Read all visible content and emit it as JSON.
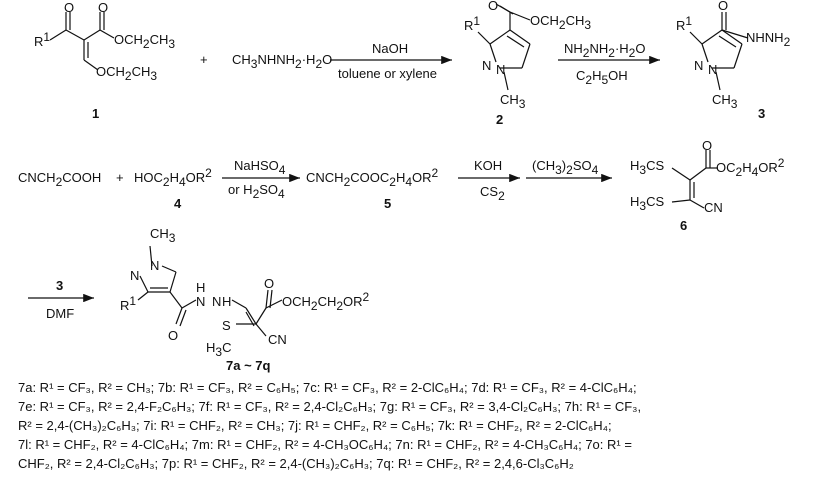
{
  "row1": {
    "r1": "R",
    "r1_sup": "1",
    "o": "O",
    "ch2ch3": "CH",
    "ch2ch3_sub": "2",
    "ch2ch3_tail": "CH",
    "ch2ch3_sub2": "3",
    "compound1_id": "1",
    "plus": "+",
    "methylhydrazine": "CH",
    "methylhydrazine_sub": "3",
    "methylhydrazine_tail": "NHNH",
    "methylhydrazine_sub2": "2",
    "methylhydrazine_h2o": "·H",
    "methylhydrazine_h2o_sub": "2",
    "methylhydrazine_h2o_o": "O",
    "arrow1_top": "NaOH",
    "arrow1_bottom": "toluene or xylene",
    "compound2_id": "2",
    "n": "N",
    "ch3": "CH",
    "ch3_sub": "3",
    "arrow2_top": "NH",
    "arrow2_top_sub": "2",
    "arrow2_top_mid": "NH",
    "arrow2_top_sub2": "2",
    "arrow2_top_h2o": "·H",
    "arrow2_top_h2o_sub": "2",
    "arrow2_top_o": "O",
    "arrow2_bottom": "C",
    "arrow2_bottom_sub": "2",
    "arrow2_bottom_mid": "H",
    "arrow2_bottom_sub2": "5",
    "arrow2_bottom_tail": "OH",
    "nhnh2": "NHNH",
    "nhnh2_sub": "2",
    "compound3_id": "3"
  },
  "row2": {
    "cyanoacetic": "CNCH",
    "cyanoacetic_sub": "2",
    "cyanoacetic_tail": "COOH",
    "plus": "+",
    "alcohol": "HOC",
    "alcohol_sub": "2",
    "alcohol_mid": "H",
    "alcohol_sub2": "4",
    "alcohol_tail": "OR",
    "alcohol_sup": "2",
    "compound4_id": "4",
    "arrow3_top": "NaHSO",
    "arrow3_top_sub": "4",
    "arrow3_bottom": "or  H",
    "arrow3_bottom_sub": "2",
    "arrow3_bottom_tail": "SO",
    "arrow3_bottom_sub2": "4",
    "ester": "CNCH",
    "ester_sub": "2",
    "ester_mid": "COOC",
    "ester_sub2": "2",
    "ester_mid2": "H",
    "ester_sub3": "4",
    "ester_tail": "OR",
    "ester_sup": "2",
    "compound5_id": "5",
    "arrow4_top": "KOH",
    "arrow4_bottom": "CS",
    "arrow4_bottom_sub": "2",
    "arrow5_top": "(CH",
    "arrow5_top_sub": "3",
    "arrow5_top_mid": ")",
    "arrow5_top_sub2": "2",
    "arrow5_top_tail": "SO",
    "arrow5_top_sub3": "4",
    "h3cs": "H",
    "h3cs_sub": "3",
    "h3cs_tail": "CS",
    "o": "O",
    "oc2h4or2": "OC",
    "oc2h4or2_sub": "2",
    "oc2h4or2_mid": "H",
    "oc2h4or2_sub2": "4",
    "oc2h4or2_tail": "OR",
    "oc2h4or2_sup": "2",
    "cn": "CN",
    "compound6_id": "6"
  },
  "row3": {
    "arrow6_top": "3",
    "arrow6_bottom": "DMF",
    "ch3": "CH",
    "ch3_sub": "3",
    "n": "N",
    "r1": "R",
    "r1_sup": "1",
    "o": "O",
    "h": "H",
    "nh": "N",
    "och2ch2or2": "OCH",
    "och2ch2or2_sub": "2",
    "och2ch2or2_mid": "CH",
    "och2ch2or2_sub2": "2",
    "och2ch2or2_tail": "OR",
    "och2ch2or2_sup": "2",
    "s": "S",
    "h3c": "H",
    "h3c_sub": "3",
    "h3c_tail": "C",
    "cn": "CN",
    "compound7_id": "7a ~ 7q"
  },
  "legend_lines": [
    "7a: R¹ = CF₃, R² = CH₃;  7b: R¹ = CF₃, R² = C₆H₅;  7c: R¹ = CF₃, R² = 2-ClC₆H₄;  7d: R¹ = CF₃, R² = 4-ClC₆H₄;",
    "7e: R¹ = CF₃, R² = 2,4-F₂C₆H₃; 7f: R¹ = CF₃, R² = 2,4-Cl₂C₆H₃; 7g: R¹ = CF₃, R² = 3,4-Cl₂C₆H₃; 7h: R¹ = CF₃,",
    "R² = 2,4-(CH₃)₂C₆H₃; 7i: R¹ = CHF₂, R² = CH₃;  7j: R¹ = CHF₂, R² = C₆H₅; 7k: R¹ = CHF₂, R² = 2-ClC₆H₄;",
    "7l: R¹ = CHF₂, R² = 4-ClC₆H₄; 7m: R¹ = CHF₂, R² = 4-CH₃OC₆H₄; 7n: R¹ = CHF₂, R² = 4-CH₃C₆H₄; 7o: R¹ =",
    "CHF₂, R² = 2,4-Cl₂C₆H₃; 7p: R¹ = CHF₂, R² = 2,4-(CH₃)₂C₆H₃;  7q: R¹ = CHF₂, R² = 2,4,6-Cl₃C₆H₂"
  ],
  "colors": {
    "ink": "#111111",
    "background": "#ffffff"
  }
}
